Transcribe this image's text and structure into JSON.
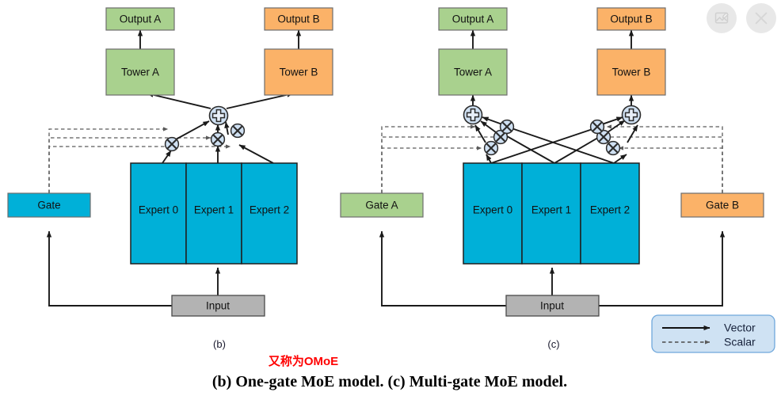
{
  "figure": {
    "caption": "(b) One-gate MoE model. (c) Multi-gate MoE model.",
    "annotation_cn": "又称为OMoE"
  },
  "colors": {
    "expert_fill": "#00b0d8",
    "green_fill": "#a9d18e",
    "orange_fill": "#fbb268",
    "gray_fill": "#b3b3b3",
    "node_fill": "#cfe0f2",
    "legend_fill": "#cfe2f3",
    "legend_stroke": "#6fa8dc",
    "stroke": "#3a3a3a",
    "annotation_red": "#ff0000"
  },
  "panels": [
    {
      "id": "panel-b",
      "sublabel": "(b)",
      "gates": [
        {
          "name": "gate",
          "label": "Gate",
          "color": "#00b0d8"
        }
      ],
      "experts": [
        "Expert 0",
        "Expert 1",
        "Expert 2"
      ],
      "towers": [
        "Tower A",
        "Tower B"
      ],
      "outputs": [
        "Output A",
        "Output B"
      ],
      "input": "Input",
      "sum_nodes": 1,
      "product_nodes": 3
    },
    {
      "id": "panel-c",
      "sublabel": "(c)",
      "gates": [
        {
          "name": "gate-a",
          "label": "Gate A",
          "color": "#a9d18e"
        },
        {
          "name": "gate-b",
          "label": "Gate B",
          "color": "#fbb268"
        }
      ],
      "experts": [
        "Expert 0",
        "Expert 1",
        "Expert 2"
      ],
      "towers": [
        "Tower A",
        "Tower B"
      ],
      "outputs": [
        "Output A",
        "Output B"
      ],
      "input": "Input",
      "sum_nodes": 2,
      "product_nodes": 6
    }
  ],
  "legend": {
    "items": [
      {
        "label": "Vector",
        "style": "solid"
      },
      {
        "label": "Scalar",
        "style": "dashed"
      }
    ]
  },
  "overlay_buttons": [
    {
      "name": "image-edit-icon",
      "title": "edit"
    },
    {
      "name": "close-icon",
      "title": "close"
    }
  ]
}
